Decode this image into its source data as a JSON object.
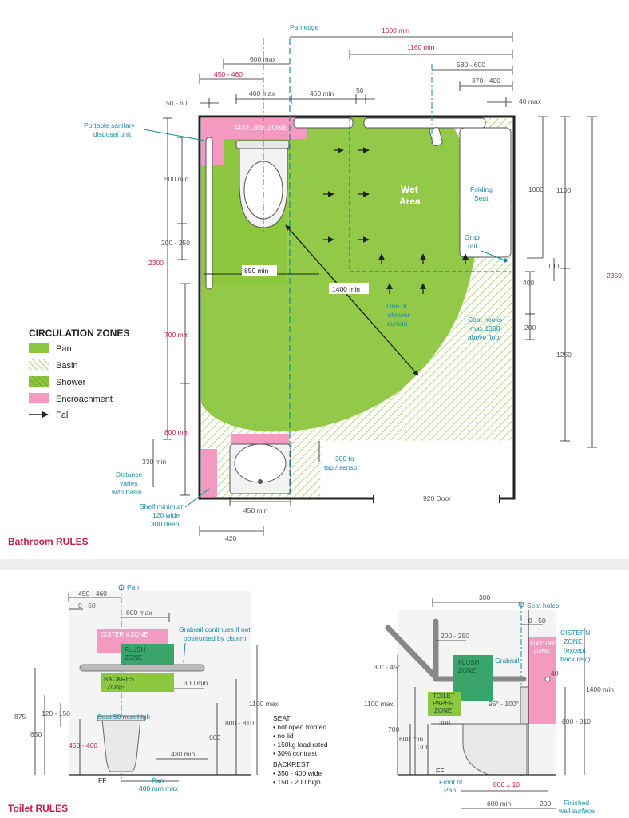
{
  "bathroom": {
    "title": "Bathroom RULES",
    "legend": {
      "title": "CIRCULATION ZONES",
      "items": [
        "Pan",
        "Basin",
        "Shower",
        "Encroachment",
        "Fall"
      ]
    },
    "labels": {
      "pan_edge": "Pan edge",
      "fixture_zone": "FIXTURE ZONE",
      "wet_area_1": "Wet",
      "wet_area_2": "Area",
      "folding_seat_1": "Folding",
      "folding_seat_2": "Seat",
      "grab_rail_1": "Grab",
      "grab_rail_2": "rail",
      "portable_1": "Portable sanitary",
      "portable_2": "disposal unit",
      "line_shower_1": "Line of",
      "line_shower_2": "shower",
      "line_shower_3": "curtain",
      "coat_1": "Coat hooks",
      "coat_2": "max 1350",
      "coat_3": "above floor",
      "distance_1": "Distance",
      "distance_2": "varies",
      "distance_3": "with basin",
      "shelf_1": "Shelf minimum",
      "shelf_2": "120 wide",
      "shelf_3": "300 deep",
      "tap_1": "300 to",
      "tap_2": "tap / sensor",
      "door": "920 Door"
    },
    "dims": {
      "d1600": "1600 min",
      "d1160": "1160 min",
      "d600max": "600 max",
      "d450_460": "450 - 460",
      "d580_600": "580 - 600",
      "d370_400": "370 - 400",
      "d400max": "400 max",
      "d450": "450 min",
      "d50": "50",
      "d50_60": "50 - 60",
      "d40max": "40 max",
      "d500": "500 min",
      "d200_250": "200 - 250",
      "d2300": "2300",
      "d850": "850 min",
      "d1400": "1400 min",
      "d700": "700 mm",
      "d800": "800 mm",
      "d330": "330 min",
      "d450b": "450 min",
      "d420": "420",
      "d1000": "1000",
      "d1100": "1100",
      "d100": "100",
      "d400": "400",
      "d200": "200",
      "d1250": "1250",
      "d2350": "2350"
    }
  },
  "toilet": {
    "title": "Toilet RULES",
    "left": {
      "pan": "Pan",
      "d450_460": "450 - 460",
      "d0_50": "0 - 50",
      "d600max": "600 max",
      "cistern": "CISTERN ZONE",
      "flush_1": "FLUSH",
      "flush_2": "ZONE",
      "backrest_1": "BACKREST",
      "backrest_2": "ZONE",
      "grab_1": "Grabrail continues if not",
      "grab_2": "obstructed by cistern",
      "d300min": "300 min",
      "d120_150": "120 - 150",
      "d875": "875",
      "d650": "650",
      "seat50": "Seat 50 max high",
      "d460_450": "450 - 460",
      "d430": "430 min",
      "d600": "600",
      "d800_810": "800 - 810",
      "d1100max": "1100 max",
      "pan_bottom": "Pan",
      "d400mm": "400 mm max"
    },
    "seat_notes": {
      "heading": "SEAT",
      "items": [
        "• not open fronted",
        "• no lid",
        "• 150kg load rated",
        "• 30% contrast"
      ],
      "backrest_heading": "BACKREST",
      "backrest_items": [
        "• 350 - 400 wide",
        "• 150 - 200 high"
      ]
    },
    "right": {
      "d300": "300",
      "seat_holes": "Seat holes",
      "d0_50": "0 - 50",
      "d200_250": "200 - 250",
      "fixture_1": "FIXTURE",
      "fixture_2": "ZONE",
      "cistern_1": "CISTERN",
      "cistern_2": "ZONE",
      "cistern_3": "(except",
      "cistern_4": "back rest)",
      "angle": "30° - 45°",
      "flush_1": "FLUSH",
      "flush_2": "ZONE",
      "grabrail": "Grabrail",
      "d40": "40",
      "toilet_paper_1": "TOILET",
      "toilet_paper_2": "PAPER",
      "toilet_paper_3": "ZONE",
      "d1100max": "1100 max",
      "d1400min": "1400 min",
      "d800_810": "800 - 810",
      "angle2": "95° - 100°",
      "d700": "700",
      "d300b": "300",
      "d600min": "600 min",
      "d300c": "300",
      "ff": "FF",
      "front_1": "Front of",
      "front_2": "Pan",
      "d800pm10": "800 ± 10",
      "d600min_b": "600 min",
      "d200": "200",
      "finished_1": "Finished",
      "finished_2": "wall surface"
    },
    "left_ff": "FF"
  },
  "colors": {
    "green": "#8dc63f",
    "pink": "#f49ac1",
    "teal": "#1b8aa8",
    "red": "#c0204a",
    "fixture_green": "#3aa56b"
  }
}
